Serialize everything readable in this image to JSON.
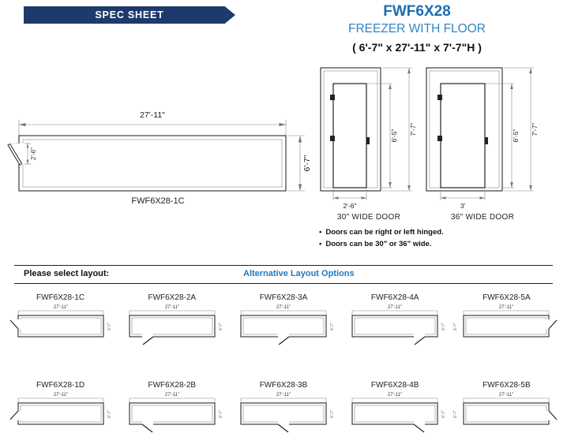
{
  "colors": {
    "banner_bg": "#1d3a6c",
    "brand_blue": "#2279bd",
    "title_blue": "#1b6db4"
  },
  "header": {
    "banner_label": "SPEC SHEET",
    "model": "FWF6X28",
    "product_name": "FREEZER WITH FLOOR",
    "overall_dimensions": "( 6'-7\" x 27'-11\" x 7'-7\"H )"
  },
  "plan_view": {
    "width_dim": "27'-11\"",
    "depth_dim": "6'-7\"",
    "door_width_dim": "2'-6\"",
    "label": "FWF6X28-1C"
  },
  "elevations": {
    "door30": {
      "door_height_dim": "6'-5\"",
      "overall_height_dim": "7'-7\"",
      "door_width_dim": "2'-6\"",
      "label": "30\" WIDE DOOR"
    },
    "door36": {
      "door_height_dim": "6'-5\"",
      "overall_height_dim": "7'-7\"",
      "door_width_dim": "3'",
      "label": "36\" WIDE DOOR"
    }
  },
  "notes": {
    "items": [
      "Doors can be right or left hinged.",
      "Doors can be 30\" or 36\" wide."
    ]
  },
  "layout_section": {
    "prompt": "Please select layout:",
    "heading": "Alternative Layout Options"
  },
  "layout_options": {
    "width_dim": "27'-11\"",
    "depth_dim": "6'-7\"",
    "items": [
      {
        "label": "FWF6X28-1C",
        "door_position": "left end, swing up"
      },
      {
        "label": "FWF6X28-2A",
        "door_position": "front wall left"
      },
      {
        "label": "FWF6X28-3A",
        "door_position": "front wall center"
      },
      {
        "label": "FWF6X28-4A",
        "door_position": "front wall right"
      },
      {
        "label": "FWF6X28-5A",
        "door_position": "right end, swing up"
      },
      {
        "label": "FWF6X28-1D",
        "door_position": "left end, swing down"
      },
      {
        "label": "FWF6X28-2B",
        "door_position": "front wall left, opposite hinge"
      },
      {
        "label": "FWF6X28-3B",
        "door_position": "front wall center, opposite hinge"
      },
      {
        "label": "FWF6X28-4B",
        "door_position": "front wall right, opposite hinge"
      },
      {
        "label": "FWF6X28-5B",
        "door_position": "right end, swing down"
      }
    ]
  }
}
